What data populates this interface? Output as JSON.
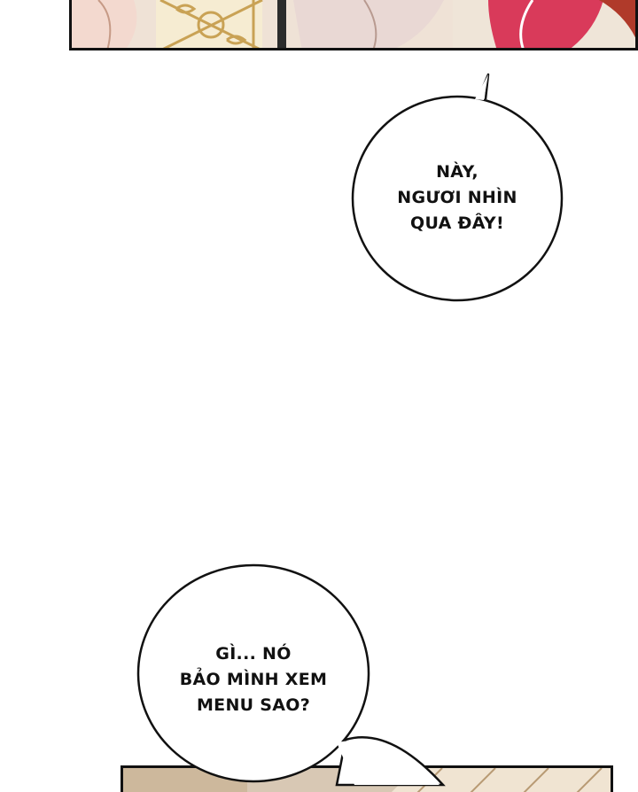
{
  "page": {
    "background": "#ffffff",
    "ink": "#111111"
  },
  "panels": [
    {
      "name": "top-art-panel",
      "palette": [
        "#efe2d6",
        "#c9a255",
        "#d93a5a",
        "#b03a2a",
        "#f3d9cf"
      ]
    },
    {
      "name": "bottom-art-panel",
      "palette": [
        "#d8c8b4",
        "#b89a74",
        "#f0e4d2"
      ]
    }
  ],
  "bubbles": [
    {
      "name": "speech-bubble-top",
      "text": "NÀY,\nNGƯƠI NHÌN\nQUA ĐÂY!"
    },
    {
      "name": "speech-bubble-bottom",
      "text": "GÌ... NÓ\nBẢO MÌNH XEM\nMENU SAO?"
    }
  ]
}
